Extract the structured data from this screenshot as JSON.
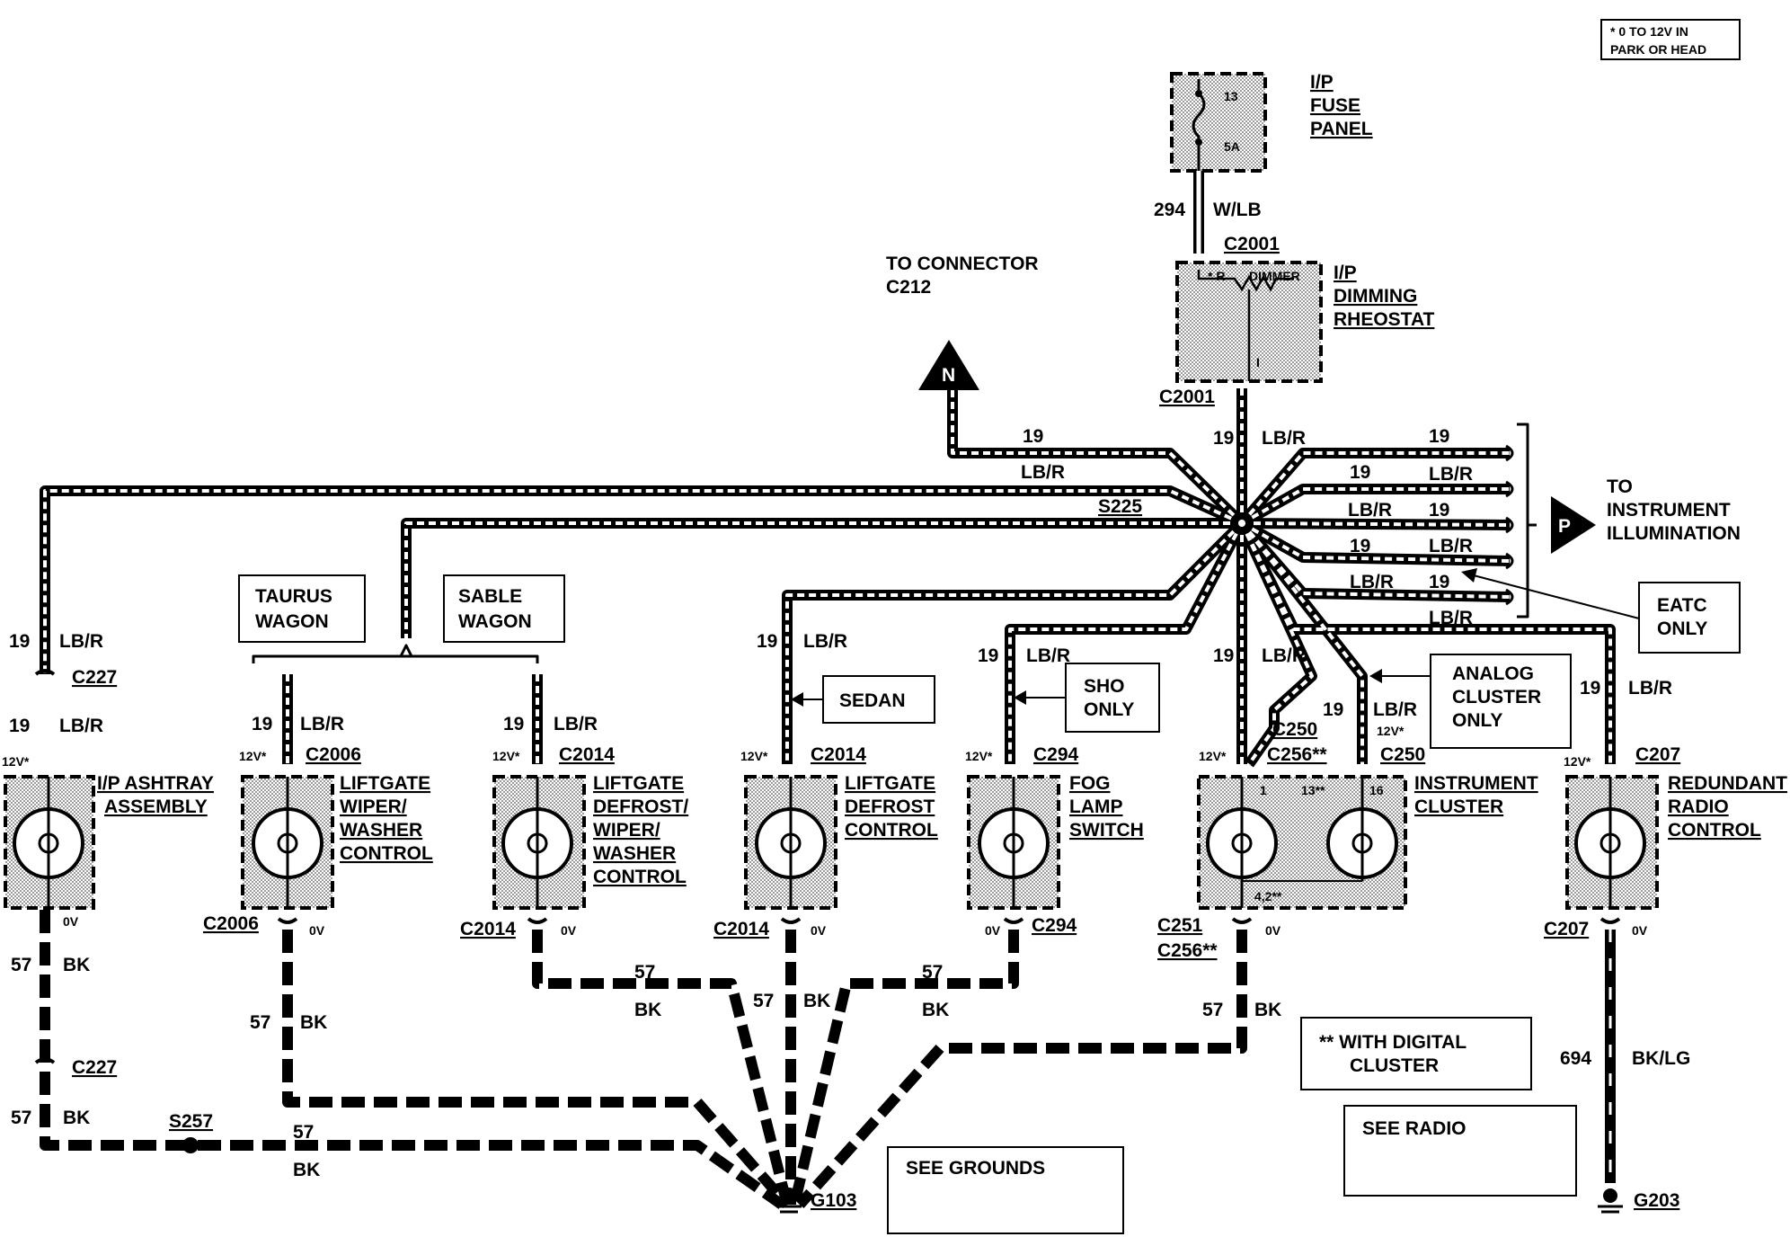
{
  "note_box": {
    "line1": "* 0 TO 12V IN",
    "line2": "PARK OR HEAD"
  },
  "fuse_panel": {
    "title": [
      "I/P",
      "FUSE",
      "PANEL"
    ],
    "fuse_no": "13",
    "fuse_rating": "5A"
  },
  "fuse_wire": {
    "circuit": "294",
    "color": "W/LB"
  },
  "c2001": "C2001",
  "rheostat": {
    "title": [
      "I/P",
      "DIMMING",
      "RHEOSTAT"
    ],
    "pin_r": "* R",
    "dimmer": "DIMMER",
    "pin_i": "I"
  },
  "to_connector": [
    "TO CONNECTOR",
    "C212"
  ],
  "n_marker": "N",
  "p_marker": "P",
  "to_instrument": [
    "TO",
    "INSTRUMENT",
    "ILLUMINATION"
  ],
  "splice_main": "S225",
  "bus_circuit": "19",
  "bus_color": "LB/R",
  "taurus_wagon": [
    "TAURUS",
    "WAGON"
  ],
  "sable_wagon": [
    "SABLE",
    "WAGON"
  ],
  "sedan": "SEDAN",
  "sho_only": [
    "SHO",
    "ONLY"
  ],
  "analog_only": [
    "ANALOG",
    "CLUSTER",
    "ONLY"
  ],
  "eatc_only": [
    "EATC",
    "ONLY"
  ],
  "digital_note": [
    "** WITH DIGITAL",
    "CLUSTER"
  ],
  "see_radio": "SEE RADIO",
  "see_grounds": "SEE GROUNDS",
  "v12": "12V*",
  "v0": "0V",
  "gnd_circuit": "57",
  "gnd_color": "BK",
  "radio_gnd_circuit": "694",
  "radio_gnd_color": "BK/LG",
  "components": {
    "ashtray": [
      "I/P ASHTRAY",
      "ASSEMBLY"
    ],
    "liftgate_wiper": [
      "LIFTGATE",
      "WIPER/",
      "WASHER",
      "CONTROL"
    ],
    "liftgate_defrost_wiper": [
      "LIFTGATE",
      "DEFROST/",
      "WIPER/",
      "WASHER",
      "CONTROL"
    ],
    "liftgate_defrost": [
      "LIFTGATE",
      "DEFROST",
      "CONTROL"
    ],
    "fog_lamp": [
      "FOG",
      "LAMP",
      "SWITCH"
    ],
    "cluster": [
      "INSTRUMENT",
      "CLUSTER"
    ],
    "radio": [
      "REDUNDANT",
      "RADIO",
      "CONTROL"
    ]
  },
  "connectors": {
    "c227": "C227",
    "c2006": "C2006",
    "c2014": "C2014",
    "c294": "C294",
    "c250": "C250",
    "c256": "C256**",
    "c207": "C207",
    "c251": "C251"
  },
  "cluster_pins": {
    "p1": "1",
    "p13": "13**",
    "p16": "16",
    "p4": "4,2**"
  },
  "s257": "S257",
  "g103": "G103",
  "g203": "G203"
}
